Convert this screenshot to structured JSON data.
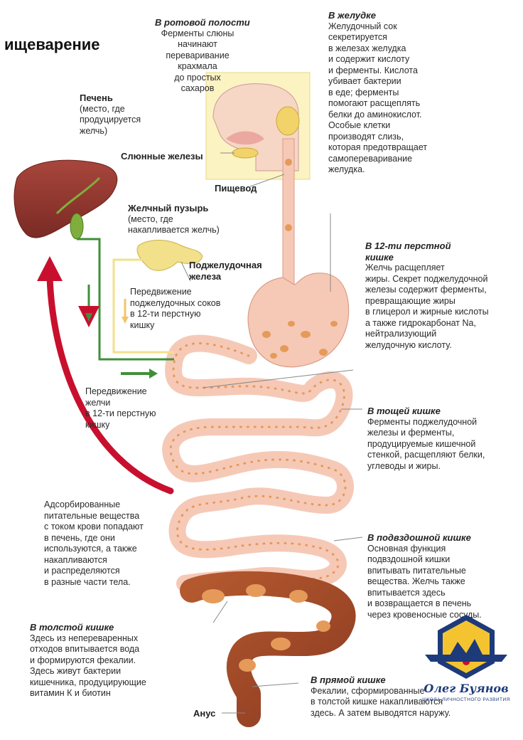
{
  "title": "ищеварение",
  "labels": {
    "liver": {
      "heading": "Печень",
      "body": "(место, где\nпродуцируется\nжелчь)"
    },
    "gallbladder": {
      "heading": "Желчный пузырь",
      "body": "(место, где\nнакапливается желчь)"
    },
    "salivary": "Слюнные железы",
    "esophagus": "Пищевод",
    "pancreas": "Поджелудочная\nжелеза",
    "anus": "Анус"
  },
  "notes": {
    "mouth": {
      "heading": "В ротовой полости",
      "body": "Ферменты слюны\nначинают\nпереваривание\nкрахмала\nдо простых\nсахаров"
    },
    "stomach": {
      "heading": "В желудке",
      "body": "Желудочный сок\nсекретируется\nв железах желудка\nи содержит кислоту\nи ферменты. Кислота\nубивает бактерии\nв еде; ферменты\nпомогают расщеплять\nбелки до аминокислот.\nОсобые клетки\nпроизводят слизь,\nкоторая предотвращает\nсамопереваривание\nжелудка."
    },
    "duodenum": {
      "heading": "В 12-ти перстной\nкишке",
      "body": "Желчь расщепляет\nжиры. Секрет поджелудочной\nжелезы содержит ферменты,\nпревращающие жиры\nв глицерол и жирные кислоты\nа также гидрокарбонат Na,\nнейтрализующий\nжелудочную кислоту."
    },
    "jejunum": {
      "heading": "В тощей кишке",
      "body": "Ферменты поджелудочной\nжелезы и ферменты,\nпродуцируемые кишечной\nстенкой, расщепляют белки,\nуглеводы и жиры."
    },
    "ileum": {
      "heading": "В подвздошной кишке",
      "body": "Основная функция\nподвздошной кишки\nвпитывать питательные\nвещества. Желчь также\nвпитывается здесь\nи возвращается в печень\nчерез кровеносные сосуды."
    },
    "colon": {
      "heading": "В толстой кишке",
      "body": "Здесь из непереваренных\nотходов впитывается вода\nи формируются фекалии.\nЗдесь живут бактерии\nкишечника, продуцирующие\nвитамин К и биотин"
    },
    "rectum": {
      "heading": "В прямой кишке",
      "body": "Фекалии, сформированные\nв толстой кишке накапливаются\nздесь. А затем выводятся наружу."
    },
    "pancreatic_flow": "Передвижение\nподжелудочных соков\nв 12-ти перстную\nкишку",
    "bile_flow": "Передвижение\nжелчи\nв 12-ти перстную\nкишку",
    "absorbed": "Адсорбированные\nпитательные вещества\nс током крови попадают\nв печень, где они\nиспользуются, а также\nнакапливаются\nи распределяются\nв разные части тела."
  },
  "logo": {
    "name": "Олег Буянов",
    "subtitle": "школа личностного развития"
  },
  "colors": {
    "liver": "#9c3a32",
    "gallbladder": "#7fae3c",
    "pancreas": "#f2e08a",
    "intestine": "#f6c9b6",
    "intestine_dot": "#e59a5a",
    "colon": "#a9502e",
    "blood_arrow": "#c8102e",
    "bile_green": "#3f8f3a",
    "mouth_panel": "#fbf3c2"
  }
}
